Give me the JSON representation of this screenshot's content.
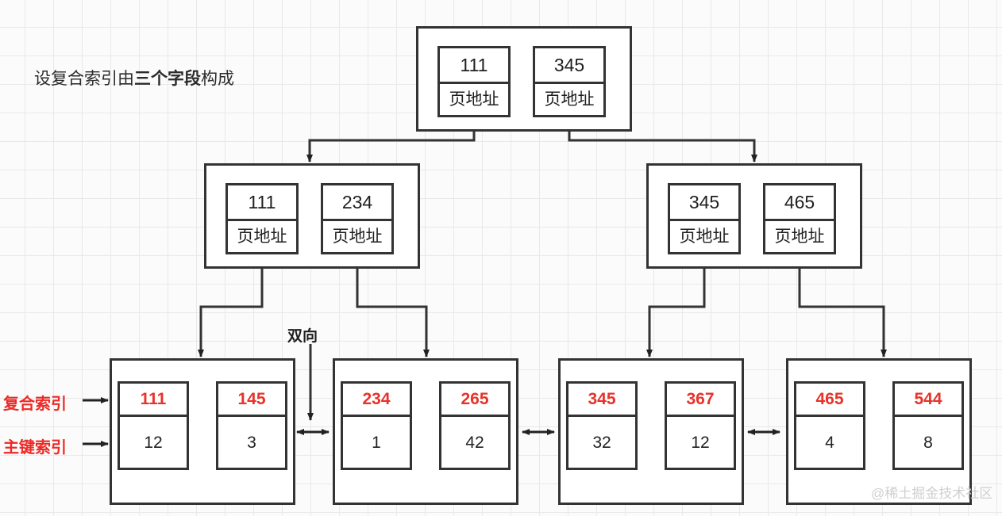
{
  "title": {
    "prefix": "设复合索引由",
    "emphasis": "三个字段",
    "suffix": "构成"
  },
  "labels": {
    "composite_index": "复合索引",
    "primary_index": "主键索引",
    "bidirectional": "双向"
  },
  "watermark": "@稀土掘金技术社区",
  "colors": {
    "key_red": "#e8322a",
    "label_red": "#ec2a26",
    "stroke": "#333333",
    "grid": "#e9e9e9",
    "background": "#fbfbfb",
    "watermark": "#cfcfcf"
  },
  "tree": {
    "root": {
      "cells": [
        {
          "key": "111",
          "value": "页地址"
        },
        {
          "key": "345",
          "value": "页地址"
        }
      ]
    },
    "internal": [
      {
        "cells": [
          {
            "key": "111",
            "value": "页地址"
          },
          {
            "key": "234",
            "value": "页地址"
          }
        ]
      },
      {
        "cells": [
          {
            "key": "345",
            "value": "页地址"
          },
          {
            "key": "465",
            "value": "页地址"
          }
        ]
      }
    ],
    "leaves": [
      {
        "cells": [
          {
            "key": "111",
            "value": "12"
          },
          {
            "key": "145",
            "value": "3"
          }
        ]
      },
      {
        "cells": [
          {
            "key": "234",
            "value": "1"
          },
          {
            "key": "265",
            "value": "42"
          }
        ]
      },
      {
        "cells": [
          {
            "key": "345",
            "value": "32"
          },
          {
            "key": "367",
            "value": "12"
          }
        ]
      },
      {
        "cells": [
          {
            "key": "465",
            "value": "4"
          },
          {
            "key": "544",
            "value": "8"
          }
        ]
      }
    ]
  }
}
